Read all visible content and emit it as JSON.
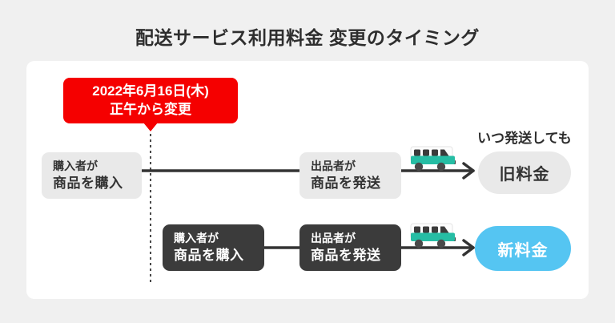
{
  "page": {
    "title": "配送サービス利用料金 変更のタイミング"
  },
  "callout": {
    "line1": "2022年6月16日(木)",
    "line2": "正午から変更"
  },
  "rows": {
    "old": {
      "step1_line1": "購入者が",
      "step1_line2": "商品を購入",
      "step2_line1": "出品者が",
      "step2_line2": "商品を発送",
      "note": "いつ発送しても",
      "result": "旧料金"
    },
    "new": {
      "step1_line1": "購入者が",
      "step1_line2": "商品を購入",
      "step2_line1": "出品者が",
      "step2_line2": "商品を発送",
      "result": "新料金"
    }
  },
  "icons": {
    "truck": "delivery-truck-icon"
  },
  "colors": {
    "accent_red": "#f50000",
    "accent_blue": "#55c5f2",
    "dark_box": "#3b3b3b",
    "gray_box": "#e9e9e9",
    "truck_teal": "#26bda4",
    "line_dark": "#333333",
    "page_bg": "#f0f0f0",
    "card_bg": "#ffffff"
  }
}
